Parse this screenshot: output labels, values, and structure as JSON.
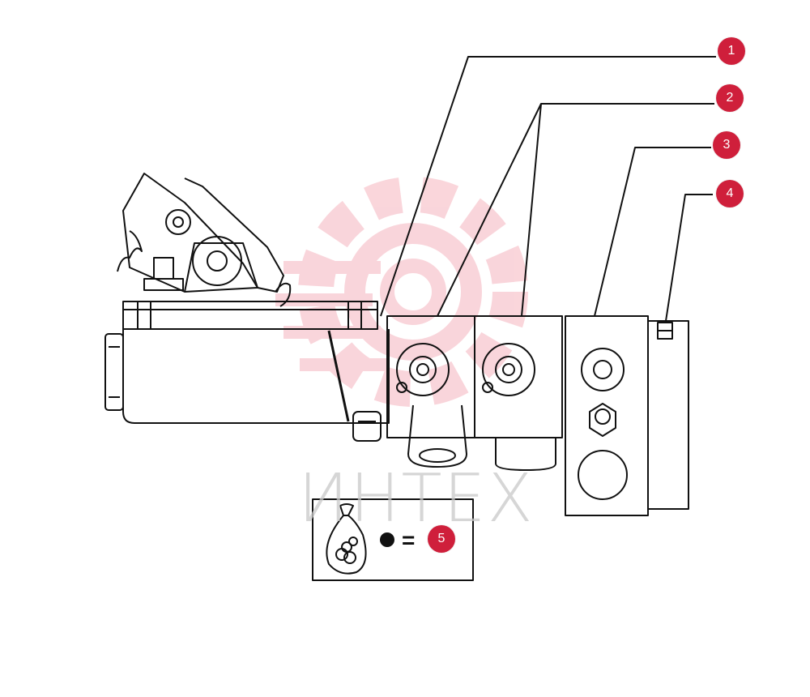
{
  "watermark": {
    "text": "ИНТЕХ",
    "gear_color": "#f4b9c1"
  },
  "callouts": [
    {
      "id": "1",
      "label": "1"
    },
    {
      "id": "2",
      "label": "2"
    },
    {
      "id": "3",
      "label": "3"
    },
    {
      "id": "4",
      "label": "4"
    },
    {
      "id": "5",
      "label": "5"
    }
  ],
  "kit_legend": {
    "equals": "=",
    "icon": "parts-bag-icon"
  },
  "colors": {
    "callout": "#cf1f3b",
    "line": "#111111"
  }
}
